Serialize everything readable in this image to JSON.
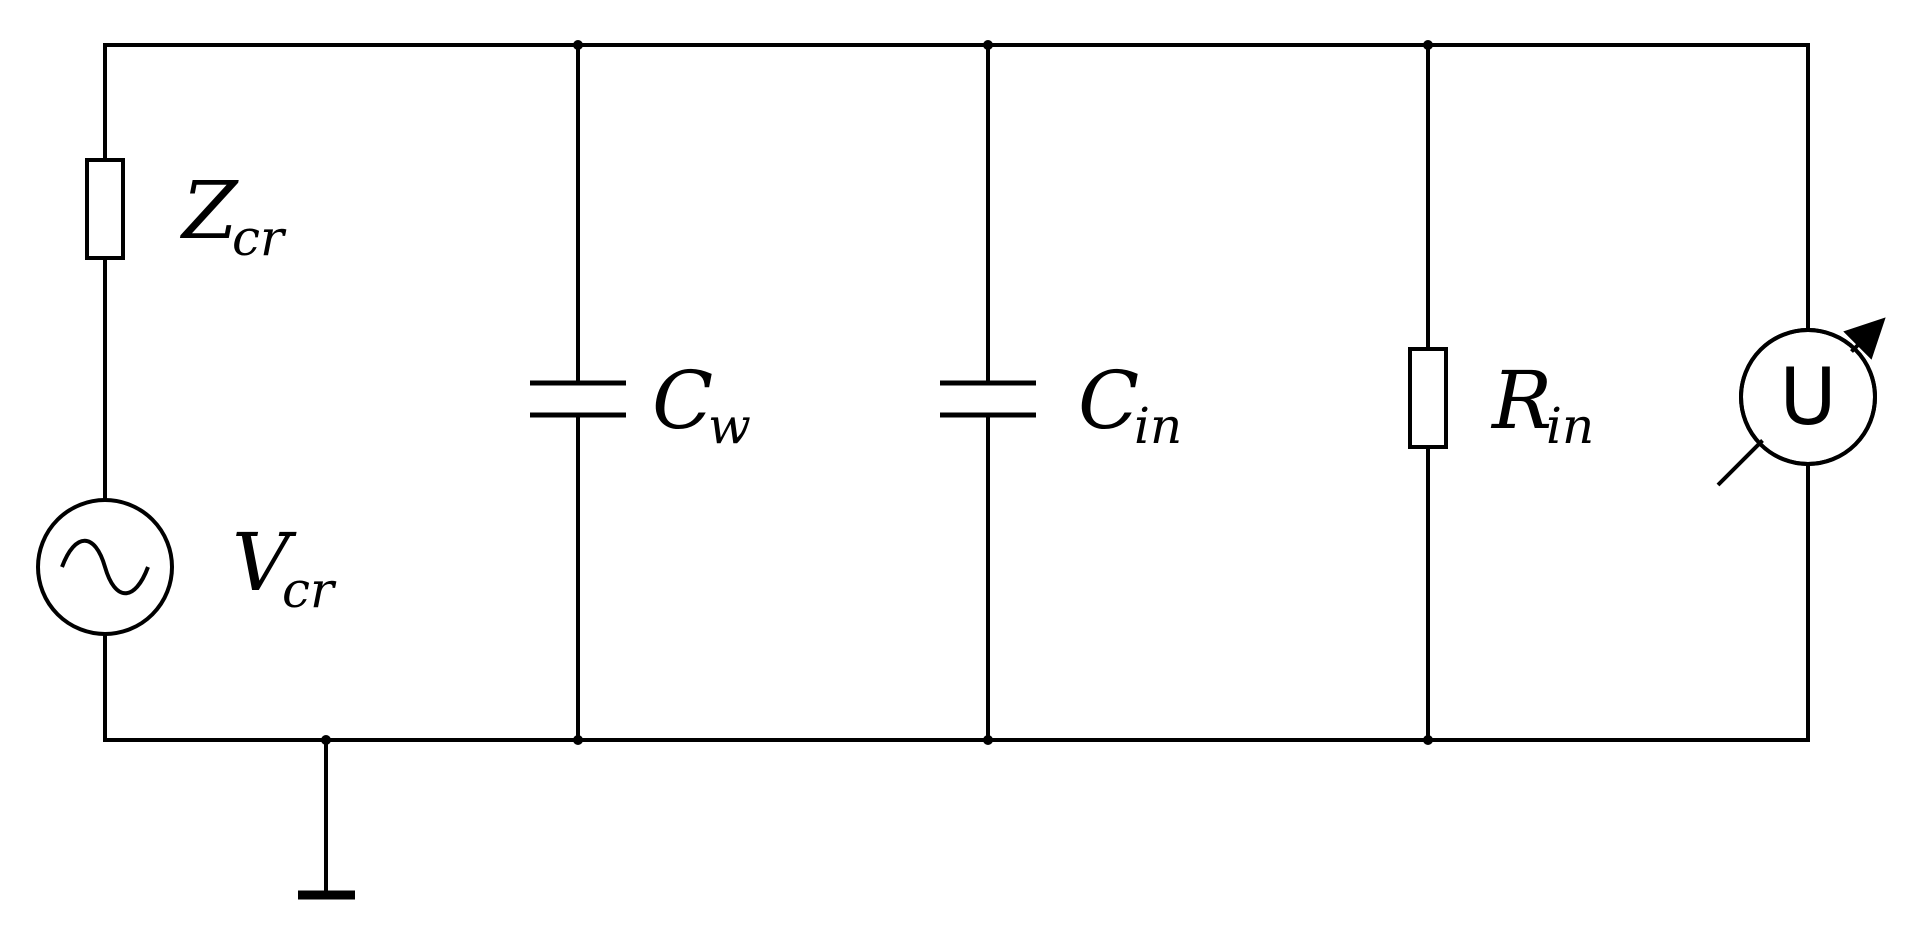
{
  "components": {
    "source_impedance": {
      "symbol": "Z",
      "subscript": "cr"
    },
    "source_voltage": {
      "symbol": "V",
      "subscript": "cr"
    },
    "wire_capacitance": {
      "symbol": "C",
      "subscript": "w"
    },
    "input_capacitance": {
      "symbol": "C",
      "subscript": "in"
    },
    "input_resistance": {
      "symbol": "R",
      "subscript": "in"
    },
    "voltmeter": {
      "symbol": "U"
    }
  },
  "icons": {
    "ac_source": "ac-voltage-source-icon",
    "ground": "ground-icon",
    "meter": "variable-voltmeter-icon"
  },
  "colors": {
    "stroke": "#000000",
    "background": "#ffffff"
  }
}
